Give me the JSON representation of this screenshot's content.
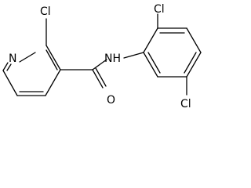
{
  "molecule": {
    "atoms": {
      "cl_pyridine": "Cl",
      "n_pyridine": "N",
      "nh_amide": "NH",
      "o_carbonyl": "O",
      "cl_ortho": "Cl",
      "cl_meta": "Cl"
    }
  },
  "colors": {
    "bond": "#000000",
    "background": "#ffffff"
  }
}
